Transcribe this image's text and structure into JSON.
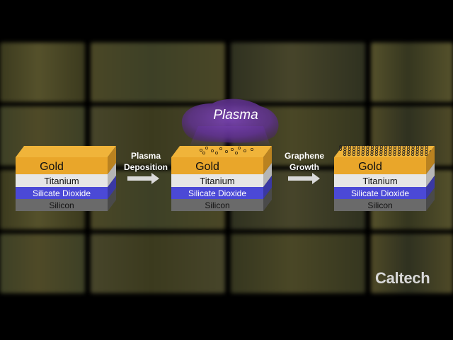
{
  "stacks": [
    {
      "layers": [
        "Gold",
        "Titanium",
        "Silicate Dioxide",
        "Silicon"
      ],
      "surface": "none"
    },
    {
      "layers": [
        "Gold",
        "Titanium",
        "Silicate Dioxide",
        "Silicon"
      ],
      "surface": "plasma-dots"
    },
    {
      "layers": [
        "Gold",
        "Titanium",
        "Silicate Dioxide",
        "Silicon"
      ],
      "surface": "graphene"
    }
  ],
  "arrows": [
    {
      "line1": "Plasma",
      "line2": "Deposition"
    },
    {
      "line1": "Graphene",
      "line2": "Growth"
    }
  ],
  "plasma_cloud": {
    "label": "Plasma"
  },
  "watermark": "Caltech",
  "colors": {
    "gold": "#e9a62a",
    "titanium": "#e6e6e6",
    "silicate_dioxide": "#4b49d6",
    "silicon": "#6a6a6a",
    "plasma": "#6b3aa0",
    "arrow": "#d9d9d9"
  }
}
